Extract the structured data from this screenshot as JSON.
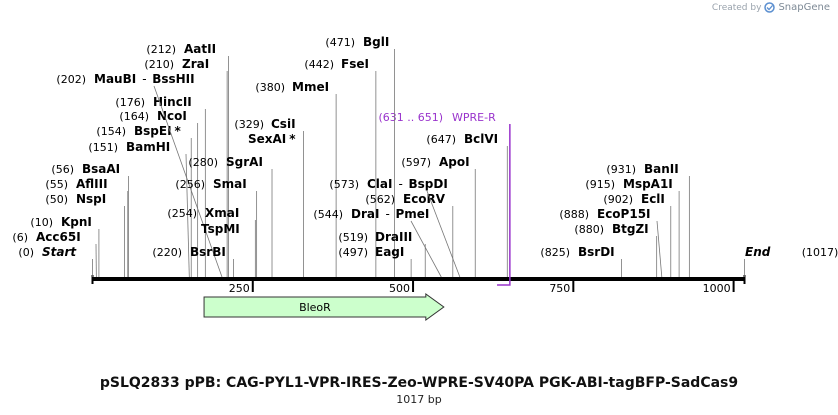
{
  "credit": {
    "prefix": "Created by",
    "brand": "SnapGene"
  },
  "title": "pSLQ2833 pPB: CAG-PYL1-VPR-IRES-Zeo-WPRE-SV40PA PGK-ABI-tagBFP-SadCas9",
  "length_label": "1017 bp",
  "sequence_length": 1017,
  "ticks": [
    {
      "pos": 250,
      "label": "250"
    },
    {
      "pos": 500,
      "label": "500"
    },
    {
      "pos": 750,
      "label": "750"
    },
    {
      "pos": 1000,
      "label": "1000"
    }
  ],
  "features": [
    {
      "name": "BleoR",
      "start": 174,
      "end": 548,
      "strand": "+",
      "color": "#ccffcc",
      "stroke": "#333333"
    }
  ],
  "primers": [
    {
      "name": "WPRE-R",
      "range": "(631 .. 651)",
      "start": 631,
      "end": 651,
      "color": "#9933cc"
    }
  ],
  "sites": [
    {
      "name": "Start",
      "pos": 0,
      "num": "(0)",
      "italic": true
    },
    {
      "name": "Acc65I",
      "pos": 6,
      "num": "(6)"
    },
    {
      "name": "KpnI",
      "pos": 10,
      "num": "(10)"
    },
    {
      "name": "NspI",
      "pos": 50,
      "num": "(50)"
    },
    {
      "name": "AflIII",
      "pos": 55,
      "num": "(55)"
    },
    {
      "name": "BsaAI",
      "pos": 56,
      "num": "(56)"
    },
    {
      "name": "BamHI",
      "pos": 151,
      "num": "(151)"
    },
    {
      "name": "BspEI",
      "pos": 154,
      "num": "(154)",
      "star": true
    },
    {
      "name": "NcoI",
      "pos": 164,
      "num": "(164)"
    },
    {
      "name": "HincII",
      "pos": 176,
      "num": "(176)"
    },
    {
      "name": "MauBI",
      "pos": 202,
      "num": "(202)",
      "partner": "BssHII"
    },
    {
      "name": "ZraI",
      "pos": 210,
      "num": "(210)"
    },
    {
      "name": "AatII",
      "pos": 212,
      "num": "(212)"
    },
    {
      "name": "BsrBI",
      "pos": 220,
      "num": "(220)"
    },
    {
      "name": "TspMI",
      "pos": 254,
      "num": ""
    },
    {
      "name": "XmaI",
      "pos": 254,
      "num": "(254)"
    },
    {
      "name": "SmaI",
      "pos": 256,
      "num": "(256)"
    },
    {
      "name": "SgrAI",
      "pos": 280,
      "num": "(280)"
    },
    {
      "name": "SexAI",
      "pos": 329,
      "num": "",
      "star": true
    },
    {
      "name": "CsiI",
      "pos": 329,
      "num": "(329)"
    },
    {
      "name": "MmeI",
      "pos": 380,
      "num": "(380)"
    },
    {
      "name": "FseI",
      "pos": 442,
      "num": "(442)"
    },
    {
      "name": "BglI",
      "pos": 471,
      "num": "(471)"
    },
    {
      "name": "EagI",
      "pos": 497,
      "num": "(497)"
    },
    {
      "name": "DraIII",
      "pos": 519,
      "num": "(519)"
    },
    {
      "name": "DraI",
      "pos": 544,
      "num": "(544)",
      "partner": "PmeI"
    },
    {
      "name": "EcoRV",
      "pos": 562,
      "num": "(562)"
    },
    {
      "name": "ClaI",
      "pos": 573,
      "num": "(573)",
      "partner": "BspDI"
    },
    {
      "name": "ApoI",
      "pos": 597,
      "num": "(597)"
    },
    {
      "name": "BclVI",
      "pos": 647,
      "num": "(647)"
    },
    {
      "name": "BsrDI",
      "pos": 825,
      "num": "(825)"
    },
    {
      "name": "BtgZI",
      "pos": 880,
      "num": "(880)"
    },
    {
      "name": "EcoP15I",
      "pos": 888,
      "num": "(888)"
    },
    {
      "name": "EclI",
      "pos": 902,
      "num": "(902)"
    },
    {
      "name": "MspA1I",
      "pos": 915,
      "num": "(915)"
    },
    {
      "name": "BanII",
      "pos": 931,
      "num": "(931)"
    },
    {
      "name": "End",
      "pos": 1017,
      "num": "(1017)",
      "italic": true,
      "right": true
    }
  ]
}
